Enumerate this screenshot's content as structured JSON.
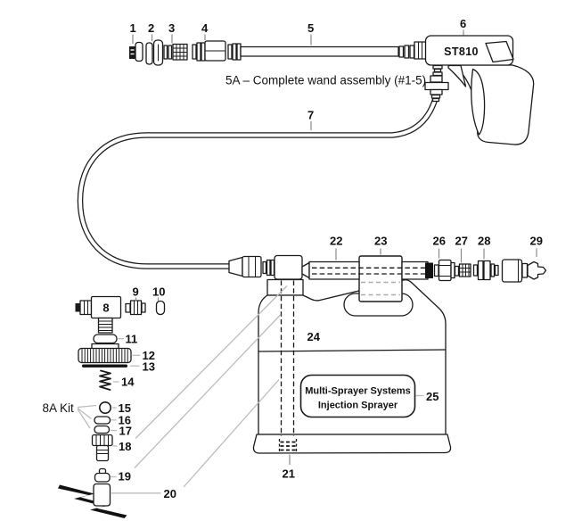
{
  "annotations": {
    "assembly_note": "5A – Complete wand assembly (#1-5)",
    "gun_model": "ST810",
    "kit_label": "8A Kit",
    "jug_label_line1": "Multi-Sprayer Systems",
    "jug_label_line2": "Injection Sprayer"
  },
  "part_numbers": {
    "p1": "1",
    "p2": "2",
    "p3": "3",
    "p4": "4",
    "p5": "5",
    "p6": "6",
    "p7": "7",
    "p8": "8",
    "p9": "9",
    "p10": "10",
    "p11": "11",
    "p12": "12",
    "p13": "13",
    "p14": "14",
    "p15": "15",
    "p16": "16",
    "p17": "17",
    "p18": "18",
    "p19": "19",
    "p20": "20",
    "p21": "21",
    "p22": "22",
    "p23": "23",
    "p24": "24",
    "p25": "25",
    "p26": "26",
    "p27": "27",
    "p28": "28",
    "p29": "29"
  },
  "colors": {
    "background": "#ffffff",
    "line": "#1a1a1a",
    "leader_line": "#bcbcbc",
    "tick_line": "#8a8a8a",
    "seal_fill": "#111111"
  }
}
